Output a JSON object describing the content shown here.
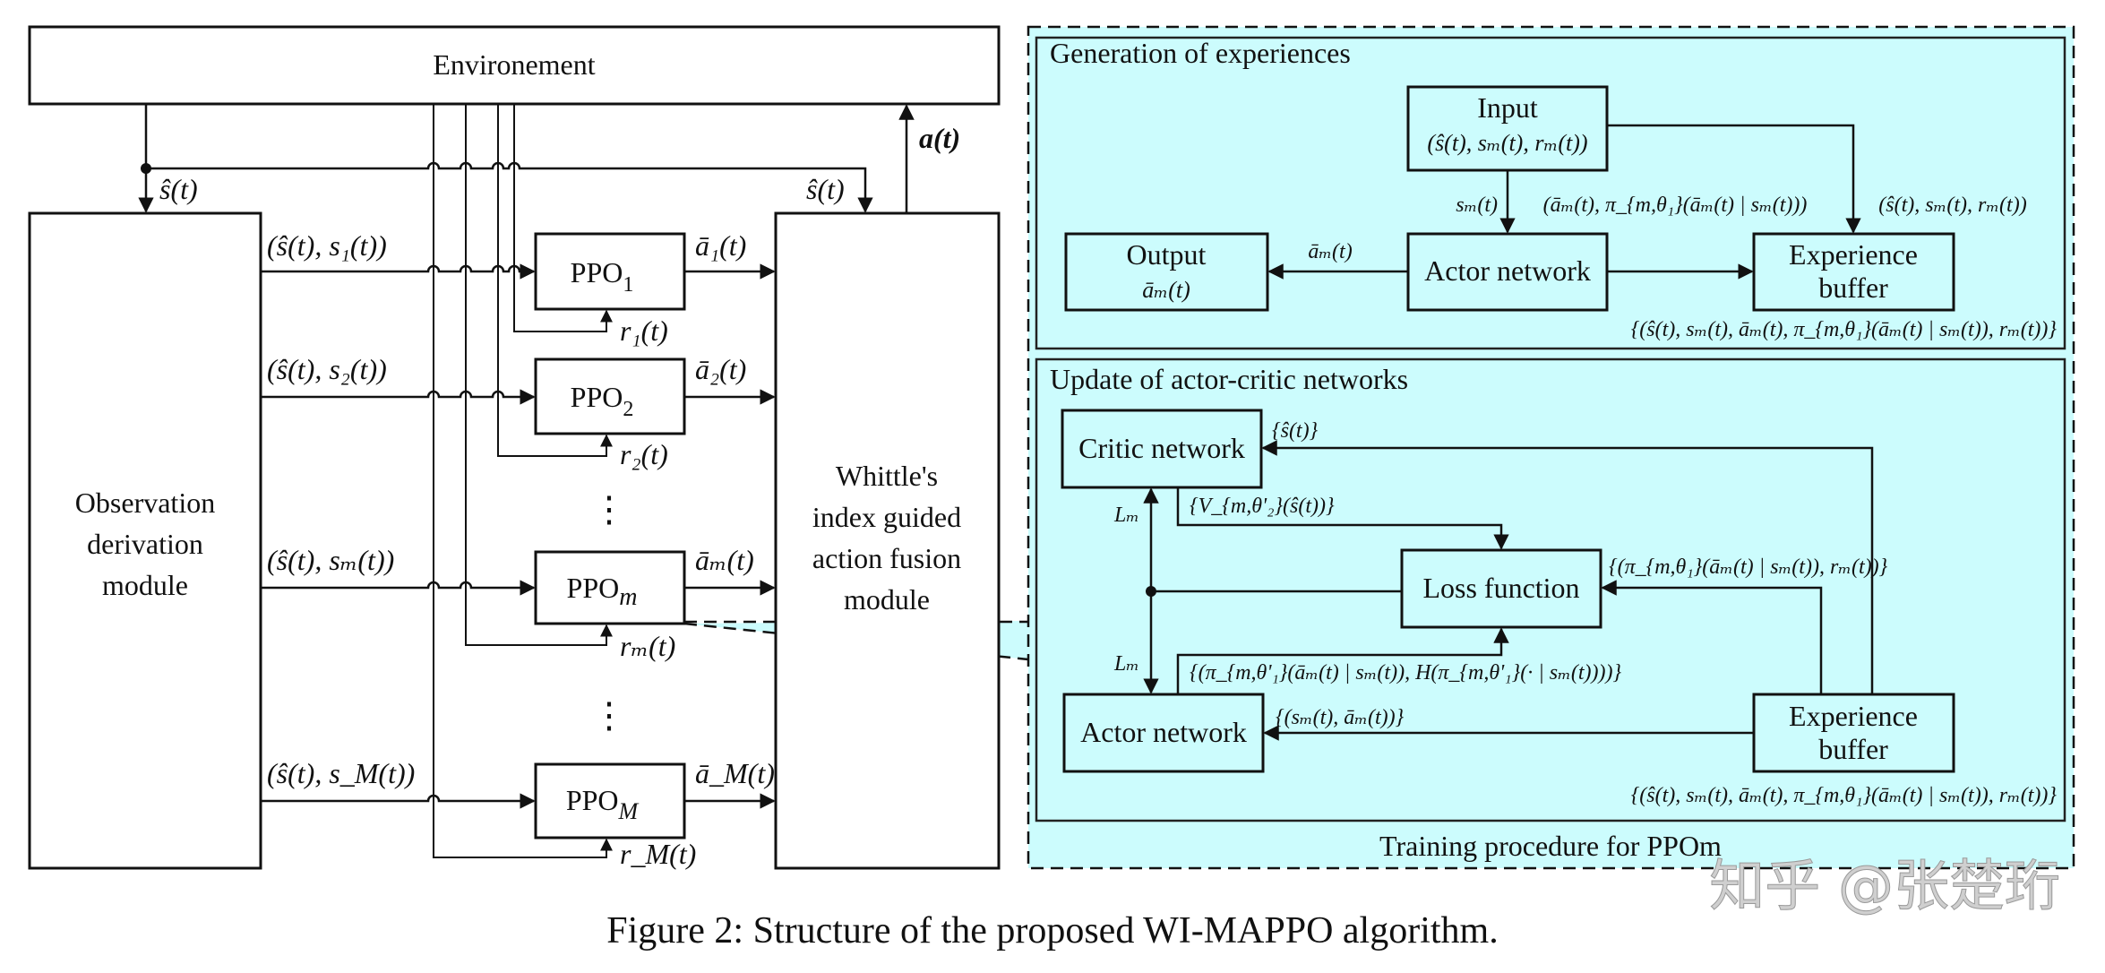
{
  "figure": {
    "caption": "Figure 2: Structure of the proposed WI-MAPPO algorithm.",
    "watermark": "知乎 @张楚珩"
  },
  "left": {
    "environment": "Environement",
    "observation_module": [
      "Observation",
      "derivation",
      "module"
    ],
    "fusion_module": [
      "Whittle's",
      "index guided",
      "action fusion",
      "module"
    ],
    "global_state_left": "ŝ(t)",
    "global_state_right": "ŝ(t)",
    "action_out": "a(t)",
    "agents": [
      {
        "name": "PPO",
        "sub": "1",
        "input": "(ŝ(t), s₁(t))",
        "output": "ā₁(t)",
        "reward": "r₁(t)"
      },
      {
        "name": "PPO",
        "sub": "2",
        "input": "(ŝ(t), s₂(t))",
        "output": "ā₂(t)",
        "reward": "r₂(t)"
      },
      {
        "name": "PPO",
        "sub": "m",
        "input": "(ŝ(t), sₘ(t))",
        "output": "āₘ(t)",
        "reward": "rₘ(t)"
      },
      {
        "name": "PPO",
        "sub": "M",
        "input": "(ŝ(t), s_M(t))",
        "output": "ā_M(t)",
        "reward": "r_M(t)"
      }
    ],
    "ellipsis": "⋮"
  },
  "training": {
    "title": "Training procedure for PPOm",
    "generation": {
      "title": "Generation of experiences",
      "input_box": [
        "Input",
        "(ŝ(t), sₘ(t), rₘ(t))"
      ],
      "output_box": [
        "Output",
        "āₘ(t)"
      ],
      "actor_box": "Actor network",
      "buffer_box": [
        "Experience",
        "buffer"
      ],
      "edge_input_actor": "sₘ(t)",
      "edge_actor_output": "āₘ(t)",
      "edge_actor_buffer": "(āₘ(t), π_{m,θ₁}(āₘ(t) | sₘ(t)))",
      "edge_input_buffer": "(ŝ(t), sₘ(t), rₘ(t))",
      "buffer_contents": "{(ŝ(t), sₘ(t), āₘ(t), π_{m,θ₁}(āₘ(t) | sₘ(t)), rₘ(t))}"
    },
    "update": {
      "title": "Update of actor-critic networks",
      "critic_box": "Critic network",
      "loss_box": "Loss function",
      "actor_box": "Actor network",
      "buffer_box": [
        "Experience",
        "buffer"
      ],
      "edge_buffer_critic": "{ŝ(t)}",
      "edge_critic_loss": "{V_{m,θ'₂}(ŝ(t))}",
      "edge_buffer_loss": "{(π_{m,θ₁}(āₘ(t) | sₘ(t)), rₘ(t))}",
      "edge_actor_loss": "{(π_{m,θ'₁}(āₘ(t) | sₘ(t)), H(π_{m,θ'₁}(· | sₘ(t))))}",
      "edge_buffer_actor": "{(sₘ(t), āₘ(t))}",
      "loss_label_top": "Lₘ",
      "loss_label_bottom": "Lₘ",
      "buffer_contents": "{(ŝ(t), sₘ(t), āₘ(t), π_{m,θ₁}(āₘ(t) | sₘ(t)), rₘ(t))}"
    }
  }
}
